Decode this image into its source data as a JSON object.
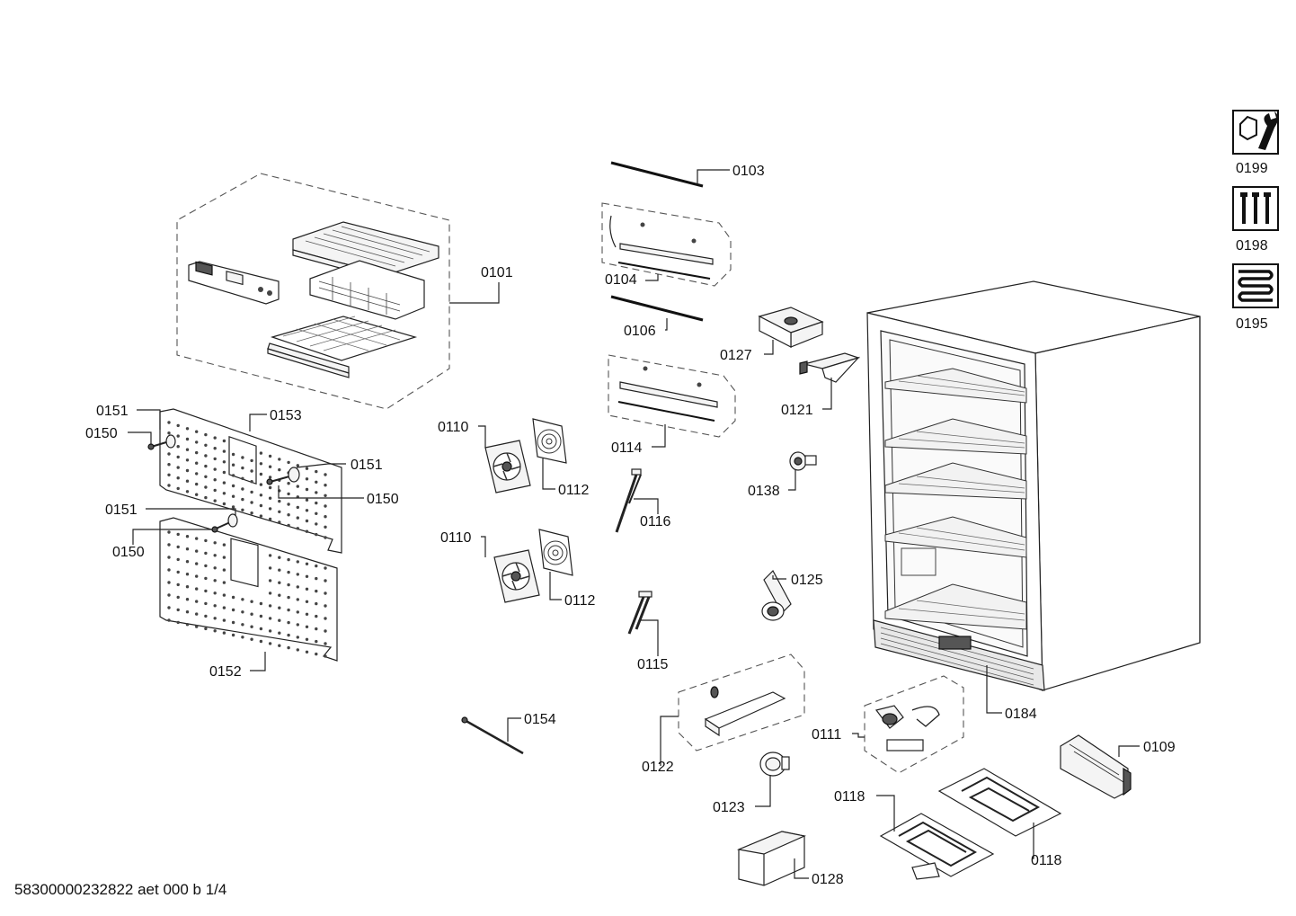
{
  "document_id": "58300000232822 aet 000 b 1/4",
  "callouts": {
    "p0101": "0101",
    "p0103": "0103",
    "p0104": "0104",
    "p0106": "0106",
    "p0109": "0109",
    "p0110a": "0110",
    "p0110b": "0110",
    "p0111": "0111",
    "p0112a": "0112",
    "p0112b": "0112",
    "p0114": "0114",
    "p0115": "0115",
    "p0116": "0116",
    "p0118a": "0118",
    "p0118b": "0118",
    "p0121": "0121",
    "p0122": "0122",
    "p0123": "0123",
    "p0125": "0125",
    "p0127": "0127",
    "p0128": "0128",
    "p0138": "0138",
    "p0150a": "0150",
    "p0150b": "0150",
    "p0150c": "0150",
    "p0151a": "0151",
    "p0151b": "0151",
    "p0151c": "0151",
    "p0152": "0152",
    "p0153": "0153",
    "p0154": "0154",
    "p0184": "0184"
  },
  "tool_legend": [
    {
      "icon": "wrench-nut-icon",
      "code": "0199"
    },
    {
      "icon": "screws-icon",
      "code": "0198"
    },
    {
      "icon": "heater-coil-icon",
      "code": "0195"
    }
  ]
}
